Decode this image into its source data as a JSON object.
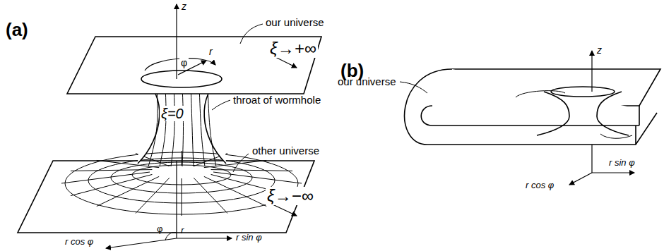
{
  "diagram": {
    "labels": [
      "(a)",
      "z",
      "r",
      "φ",
      "our universe",
      "ξ→+∞",
      "throat of wormhole",
      "ξ=0",
      "other universe",
      "ξ→−∞",
      "r cos φ",
      "φ",
      "r",
      "r sin φ",
      "(b)",
      "our universe",
      "z",
      "r cos φ",
      "r sin φ"
    ]
  }
}
